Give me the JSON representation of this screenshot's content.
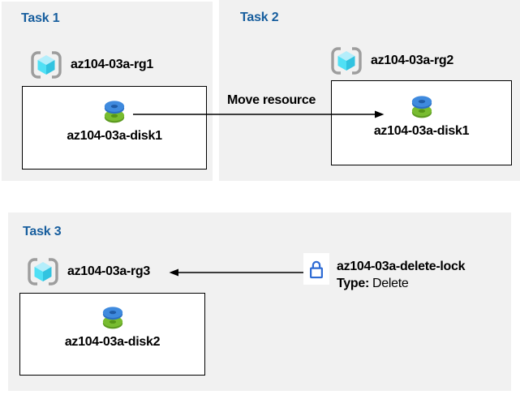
{
  "tasks": [
    {
      "label": "Task 1",
      "resource_group": "az104-03a-rg1",
      "resource": "az104-03a-disk1"
    },
    {
      "label": "Task 2",
      "resource_group": "az104-03a-rg2",
      "resource": "az104-03a-disk1"
    },
    {
      "label": "Task 3",
      "resource_group": "az104-03a-rg3",
      "resource": "az104-03a-disk2"
    }
  ],
  "annotations": {
    "move_arrow_label": "Move resource",
    "lock_name": "az104-03a-delete-lock",
    "lock_type_label": "Type:",
    "lock_type_value": "Delete"
  },
  "colors": {
    "panel_bg": "#f1f1f1",
    "heading_blue": "#175e9e",
    "box_border": "#000000",
    "arrow_black": "#000000",
    "lock_blue": "#2e6bd4",
    "bracket_gray": "#9d9d9d",
    "cube_top": "#b4eefb",
    "cube_left": "#50e0f5",
    "cube_right": "#32c3e0",
    "disk_blue": "#3f8ade",
    "disk_blue_dark": "#2a6fc4",
    "disk_blue_hole": "#1f5ba6",
    "disk_green": "#78bc30",
    "disk_green_dark": "#5d9a21",
    "disk_green_hole": "#559417"
  }
}
